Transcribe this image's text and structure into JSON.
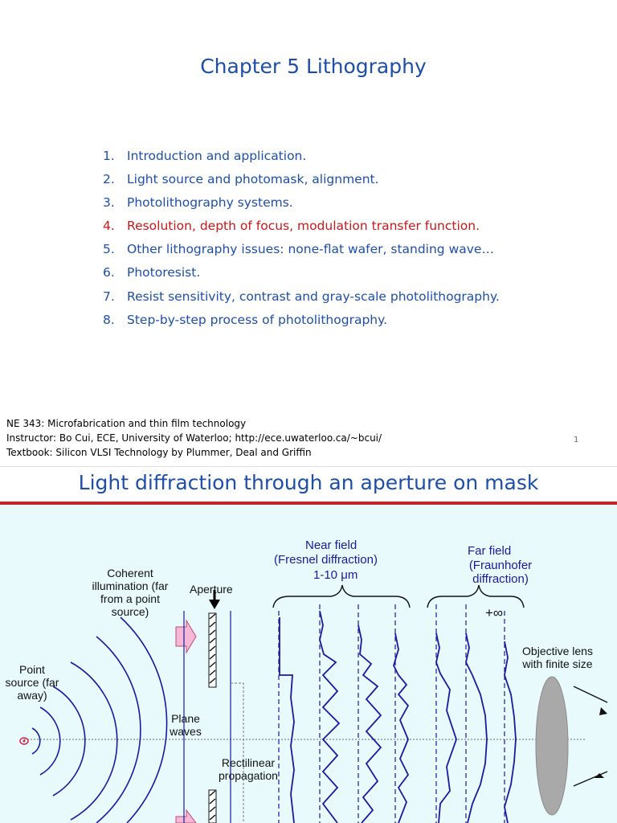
{
  "slide1": {
    "title": "Chapter 5 Lithography",
    "toc": [
      {
        "num": "1.",
        "text": "Introduction and application."
      },
      {
        "num": "2.",
        "text": "Light source and photomask, alignment."
      },
      {
        "num": "3.",
        "text": "Photolithography systems."
      },
      {
        "num": "4.",
        "text": "Resolution, depth of focus, modulation transfer function."
      },
      {
        "num": "5.",
        "text": "Other lithography issues: none-flat wafer, standing wave…"
      },
      {
        "num": "6.",
        "text": "Photoresist."
      },
      {
        "num": "7.",
        "text": "Resist sensitivity, contrast and gray-scale photolithography."
      },
      {
        "num": "8.",
        "text": "Step-by-step process of photolithography."
      }
    ],
    "footer": {
      "line1": "NE 343: Microfabrication and thin film technology",
      "line2": "Instructor: Bo Cui, ECE, University of Waterloo; http://ece.uwaterloo.ca/~bcui/",
      "line3": "Textbook: Silicon VLSI Technology by Plummer, Deal and Griffin"
    },
    "page_number": "1"
  },
  "slide2": {
    "title": "Light diffraction through an aperture on mask",
    "labels": {
      "coherent": "Coherent illumination (far from a point source)",
      "aperture": "Aperture",
      "near_field": "Near field",
      "fresnel": "(Fresnel diffraction)",
      "range": "1-10 μm",
      "far_field": "Far field",
      "fraunhofer": "(Fraunhofer diffraction)",
      "infinity": "+∞",
      "objective": "Objective lens with finite size",
      "point_source": "Point source (far away)",
      "plane_waves": "Plane waves",
      "rectilinear": "Rectilinear propagation"
    }
  }
}
